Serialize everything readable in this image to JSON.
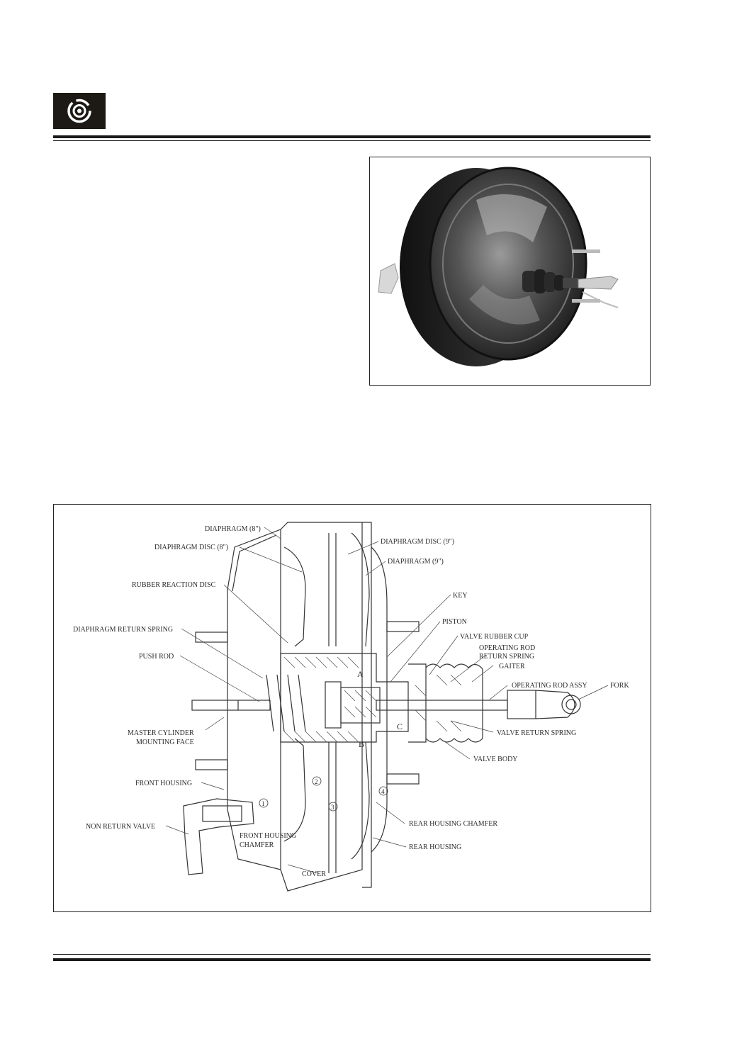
{
  "header": {
    "section_icon": "brake-disc-icon"
  },
  "photo": {
    "subject": "brake servo unit photo"
  },
  "diagram": {
    "labels": {
      "diaphragm_8": "DIAPHRAGM (8\")",
      "diaphragm_disc_8": "DIAPHRAGM DISC (8\")",
      "diaphragm_disc_9": "DIAPHRAGM DISC (9\")",
      "diaphragm_9": "DIAPHRAGM (9\")",
      "rubber_reaction_disc": "RUBBER REACTION DISC",
      "key": "KEY",
      "piston": "PISTON",
      "diaphragm_return_spring": "DIAPHRAGM RETURN SPRING",
      "valve_rubber_cup": "VALVE RUBBER CUP",
      "operating_rod_return_spring_1": "OPERATING ROD",
      "operating_rod_return_spring_2": "RETURN SPRING",
      "push_rod": "PUSH ROD",
      "gaiter": "GAITER",
      "operating_rod_assy": "OPERATING ROD ASSY",
      "fork": "FORK",
      "master_cylinder_1": "MASTER CYLINDER",
      "master_cylinder_2": "MOUNTING FACE",
      "valve_return_spring": "VALVE RETURN SPRING",
      "valve_body": "VALVE BODY",
      "front_housing": "FRONT HOUSING",
      "non_return_valve": "NON RETURN VALVE",
      "front_housing_chamfer_1": "FRONT HOUSING",
      "front_housing_chamfer_2": "CHAMFER",
      "rear_housing_chamfer": "REAR HOUSING CHAMFER",
      "rear_housing": "REAR HOUSING",
      "cover": "COVER",
      "point_a": "A",
      "point_b": "B",
      "point_c": "C",
      "chamber_1": "1",
      "chamber_2": "2",
      "chamber_3": "3",
      "chamber_4": "4"
    }
  }
}
